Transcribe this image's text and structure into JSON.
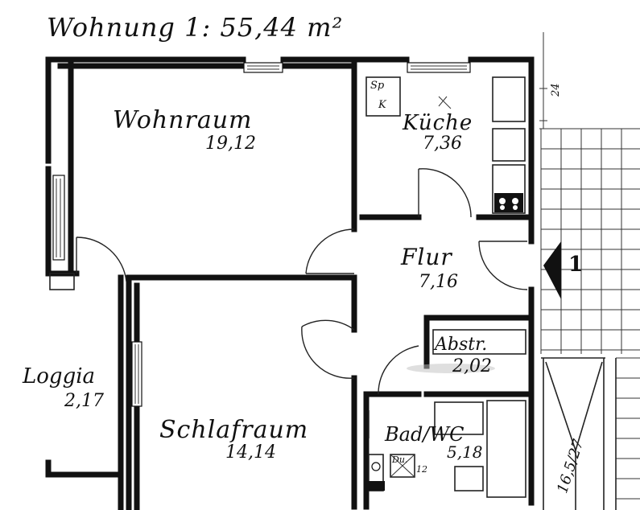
{
  "title": "Wohnung 1: 55,44 m²",
  "rooms": {
    "wohnraum": {
      "name": "Wohnraum",
      "area": "19,12"
    },
    "kueche": {
      "name": "Küche",
      "area": "7,36"
    },
    "flur": {
      "name": "Flur",
      "area": "7,16"
    },
    "abstr": {
      "name": "Abstr.",
      "area": "2,02"
    },
    "schlafraum": {
      "name": "Schlafraum",
      "area": "14,14"
    },
    "loggia": {
      "name": "Loggia",
      "area": "2,17"
    },
    "bad": {
      "name": "Bad/WC",
      "area": "5,18"
    }
  },
  "annotations": {
    "sp": "Sp",
    "k": "K",
    "dim_24": "24",
    "entrance": "1",
    "stair_dim": "16,5/27",
    "dusche": "Du.",
    "dusche_size": "12"
  }
}
